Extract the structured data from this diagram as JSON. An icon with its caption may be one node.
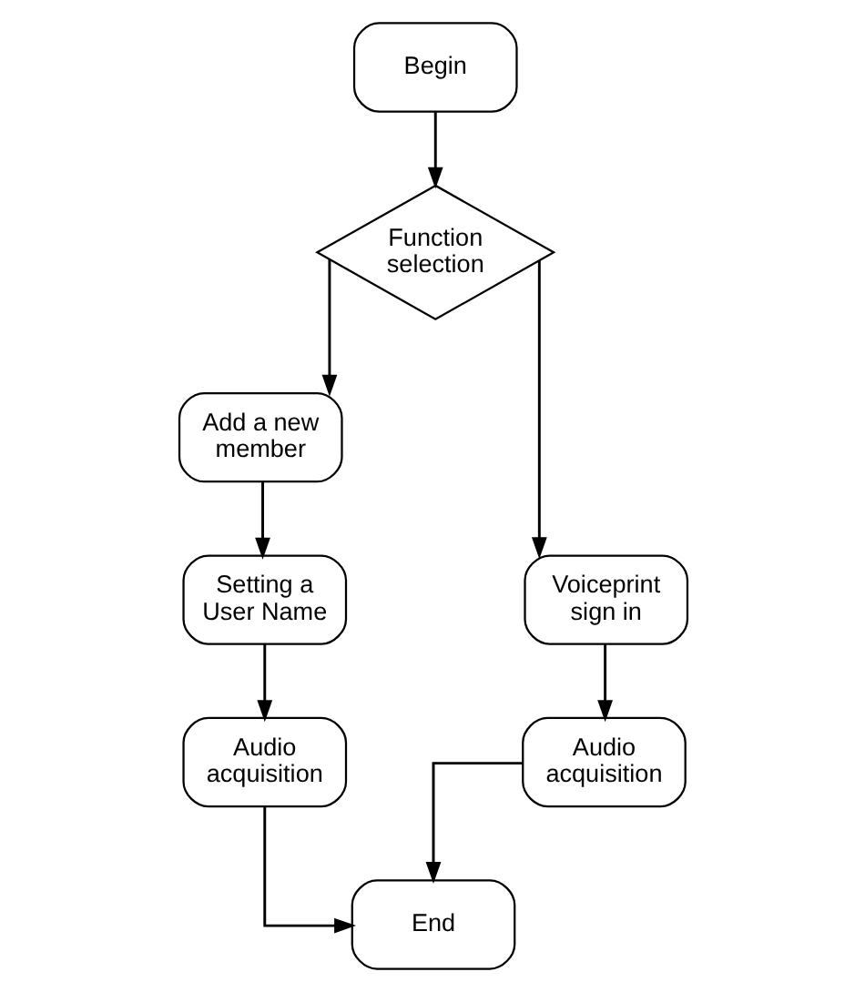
{
  "diagram": {
    "nodes": [
      {
        "text": [
          "Begin"
        ]
      },
      {
        "text": [
          "Function selection"
        ]
      },
      {
        "text": [
          "Add a new member"
        ]
      },
      {
        "text": [
          "Setting a User Name"
        ]
      },
      {
        "text": [
          "Audio acquisition"
        ]
      },
      {
        "text": [
          "Voiceprint sign in"
        ]
      },
      {
        "text": [
          "Audio acquisition"
        ]
      },
      {
        "text": [
          "End"
        ]
      }
    ],
    "edges": [
      {
        "from": 0,
        "to": 1,
        "arrow": "to"
      },
      {
        "from": 1,
        "to": 2,
        "arrow": "to"
      },
      {
        "from": 1,
        "to": 5,
        "arrow": "to"
      },
      {
        "from": 2,
        "to": 3,
        "arrow": "to"
      },
      {
        "from": 3,
        "to": 4,
        "arrow": "to"
      },
      {
        "from": 5,
        "to": 6,
        "arrow": "to"
      },
      {
        "from": 4,
        "to": 7,
        "arrow": "to"
      },
      {
        "from": 6,
        "to": 7,
        "arrow": "to"
      }
    ]
  }
}
